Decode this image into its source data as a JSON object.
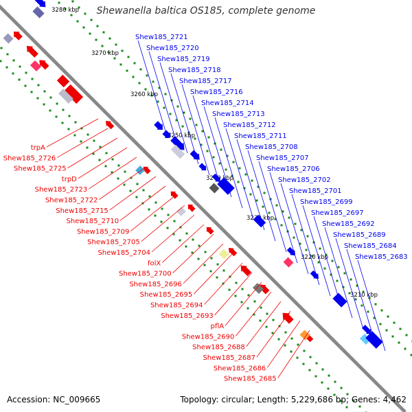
{
  "title": "Shewanella baltica OS185, complete genome",
  "accession": "Accession: NC_009665",
  "topology": "Topology: circular; Length: 5,229,686 bp; Genes: 4,462",
  "ruler": [
    "3280 kbp",
    "3270 kbp",
    "3260 kbp",
    "3250 kbp",
    "3240 kbp",
    "3230 kbp",
    "3220 kbp",
    "3210 kbp"
  ],
  "blue_labels": [
    "Shew185_2721",
    "Shew185_2720",
    "Shew185_2719",
    "Shew185_2718",
    "Shew185_2717",
    "Shew185_2716",
    "Shew185_2714",
    "Shew185_2713",
    "Shew185_2712",
    "Shew185_2711",
    "Shew185_2708",
    "Shew185_2707",
    "Shew185_2706",
    "Shew185_2702",
    "Shew185_2701",
    "Shew185_2699",
    "Shew185_2697",
    "Shew185_2692",
    "Shew185_2689",
    "Shew185_2684",
    "Shew185_2683"
  ],
  "red_labels": [
    "trpA",
    "Shew185_2726",
    "Shew185_2725",
    "trpD",
    "Shew185_2723",
    "Shew185_2722",
    "Shew185_2715",
    "Shew185_2710",
    "Shew185_2709",
    "Shew185_2705",
    "Shew185_2704",
    "folX",
    "Shew185_2700",
    "Shew185_2696",
    "Shew185_2695",
    "Shew185_2694",
    "Shew185_2693",
    "pflA",
    "Shew185_2690",
    "Shew185_2688",
    "Shew185_2687",
    "Shew185_2686",
    "Shew185_2685"
  ],
  "colors": {
    "forward": "#0000ee",
    "reverse": "#ee0000",
    "backbone": "#888888",
    "tick": "#1a8a1a"
  }
}
